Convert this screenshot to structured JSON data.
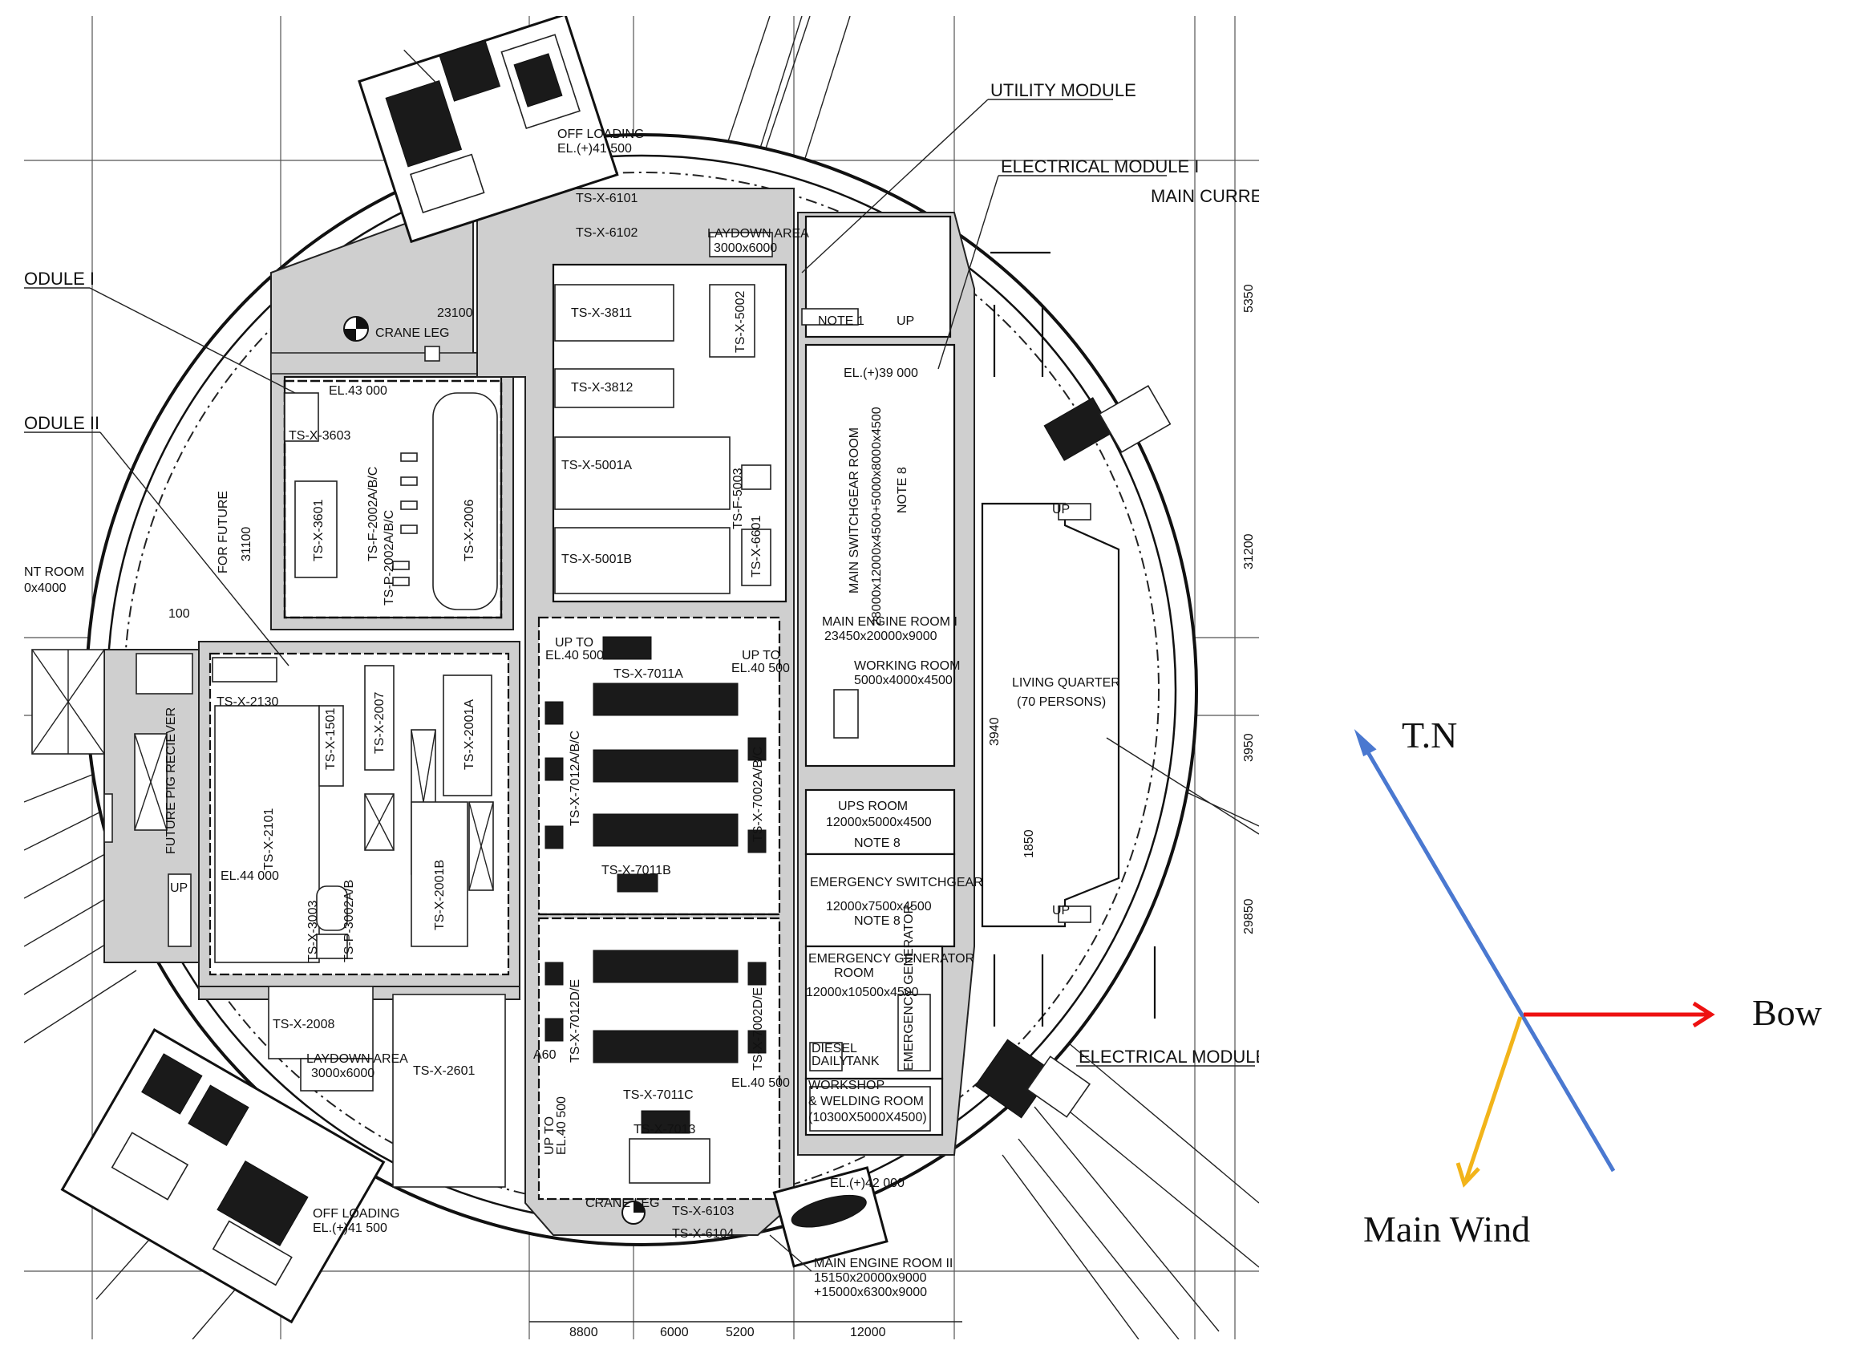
{
  "plan": {
    "modules": {
      "utility_module": "UTILITY MODULE",
      "electrical_module_1": "ELECTRICAL MODULE I",
      "main_current": "MAIN CURREN",
      "module_1_left": "ODULE I",
      "module_2_left": "ODULE II",
      "electrical_module_2": "ELECTRICAL MODULE II"
    },
    "offloading": {
      "top": [
        "OFF LOADING",
        "EL.(+)41 500"
      ],
      "bottom": [
        "OFF LOADING",
        "EL.(+)41 500"
      ]
    },
    "rooms": {
      "for_future": "FOR FUTURE",
      "for_future_dim": "31100",
      "crane_leg_top": "CRANE LEG",
      "crane_leg_bottom": "CRANE LEG",
      "el_43000": "EL.43 000",
      "el_44000": "EL.44 000",
      "el_39000": "EL.(+)39 000",
      "el_42000": "EL.(+)42 000",
      "dim_23100": "23100",
      "dim_100": "100",
      "nt_room": [
        "NT ROOM",
        "0x4000"
      ],
      "main_switchgear": "MAIN SWITCHGEAR ROOM",
      "main_switchgear_dims": "28000x12000x4500+5000x8000x4500",
      "note8": "NOTE 8",
      "main_engine_room_1": "MAIN ENGINE ROOM I",
      "main_engine_room_1_dims": "23450x20000x9000",
      "working_room": "WORKING ROOM",
      "working_room_dims": "5000x4000x4500",
      "living_quarter": "LIVING QUARTER",
      "living_quarter_persons": "(70 PERSONS)",
      "ups_room": "UPS ROOM",
      "ups_room_dims": "12000x5000x4500",
      "emergency_switchgear": "EMERGENCY SWITCHGEAR",
      "emergency_switchgear_dims": "12000x7500x4500",
      "emergency_generator_room": "EMERGENCY GENERATOR",
      "emergency_generator_room2": "ROOM",
      "emergency_generator_room_dims": "12000x10500x4500",
      "emergency_generator": "EMERGENCY GENERATOR",
      "diesel_daily_tank": [
        "DIESEL",
        "DAILY",
        "TANK"
      ],
      "workshop": [
        "WORKSHOP",
        "& WELDING ROOM",
        "(10300X5000X4500)"
      ],
      "main_engine_room_2": "MAIN ENGINE ROOM II",
      "main_engine_room_2_dims": [
        "15150x20000x9000",
        "+15000x6300x9000"
      ],
      "future_pig_receiver": "FUTURE PIG RECIEVER",
      "laydown_area": "LAYDOWN AREA",
      "laydown_dims": "3000x6000",
      "laydown_area2": "LAYDOWN AREA",
      "laydown_dims2": "3000x6000",
      "note1": "NOTE 1",
      "up": "UP",
      "up_to_1": [
        "UP TO",
        "EL.40 500"
      ],
      "up_to_2": [
        "UP TO",
        "EL.40 500"
      ],
      "up_to_3": [
        "UP TO",
        "EL.40 500"
      ],
      "el_40500": "EL.40 500",
      "a60": "A60"
    },
    "equipment": [
      "TS-X-6101",
      "TS-X-6102",
      "TS-X-3811",
      "TS-X-3812",
      "TS-X-5001A",
      "TS-X-5001B",
      "TS-X-5002",
      "TS-F-5003",
      "TS-X-6601",
      "TS-X-3603",
      "TS-X-3601",
      "TS-X-2006",
      "TS-F-2002A/B/C",
      "TS-P-2002A/B/C",
      "TS-X-2130",
      "TS-X-2101",
      "TS-X-1501",
      "TS-X-2007",
      "TS-X-2001A",
      "TS-X-2001B",
      "TS-P-3002A/B",
      "TS-X-3003",
      "TS-X-7011A",
      "TS-X-7012A/B/C",
      "TS-X-7002A/B/C",
      "TS-X-7011B",
      "TS-X-7012D/E",
      "TS-X-7002D/E",
      "TS-X-7011C",
      "TS-X-2008",
      "TS-X-2601",
      "TS-X-6103",
      "TS-X-6104",
      "TS-X-7013"
    ],
    "dimensions_bottom": [
      "8800",
      "6000",
      "5200",
      "12000"
    ],
    "dimensions_right": [
      "5350",
      "31200",
      "3950",
      "29850"
    ],
    "dimensions_inner": [
      "3940",
      "1850"
    ]
  },
  "compass": {
    "north_label": "T.N",
    "bow_label": "Bow",
    "wind_label": "Main Wind",
    "north_color": "#4a78d0",
    "bow_color": "#ee1111",
    "wind_color": "#f2b41a"
  }
}
